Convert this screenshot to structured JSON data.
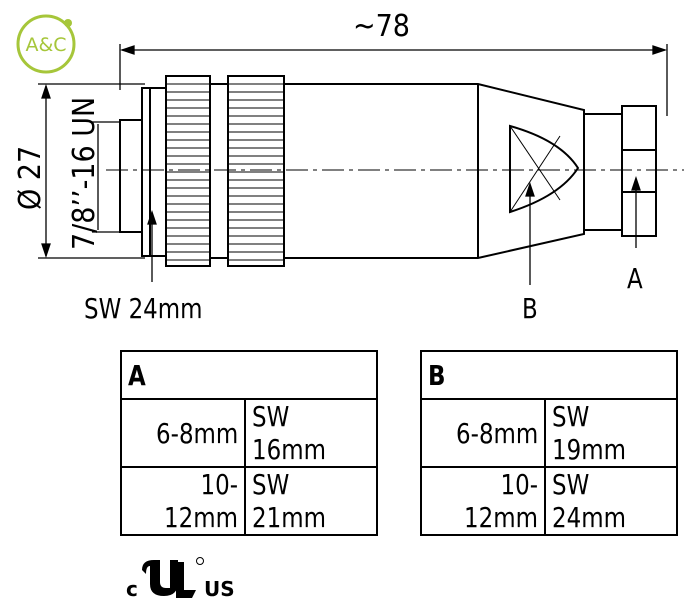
{
  "logo": {
    "text": "A&C",
    "color": "#a6c63a"
  },
  "dimensions": {
    "length": "~78",
    "diameter": "Ø 27",
    "thread": "7/8’’-16 UN",
    "wrench_front": "SW 24mm",
    "marker_a": "A",
    "marker_b": "B"
  },
  "tables": [
    {
      "header": "A",
      "rows": [
        {
          "cable": "6-8mm",
          "wrench": "SW 16mm"
        },
        {
          "cable": "10-12mm",
          "wrench": "SW 21mm"
        }
      ]
    },
    {
      "header": "B",
      "rows": [
        {
          "cable": "6-8mm",
          "wrench": "SW 19mm"
        },
        {
          "cable": "10-12mm",
          "wrench": "SW 24mm"
        }
      ]
    }
  ],
  "certification": {
    "left": "c",
    "right": "US",
    "icon": "ul-recognized-icon"
  }
}
